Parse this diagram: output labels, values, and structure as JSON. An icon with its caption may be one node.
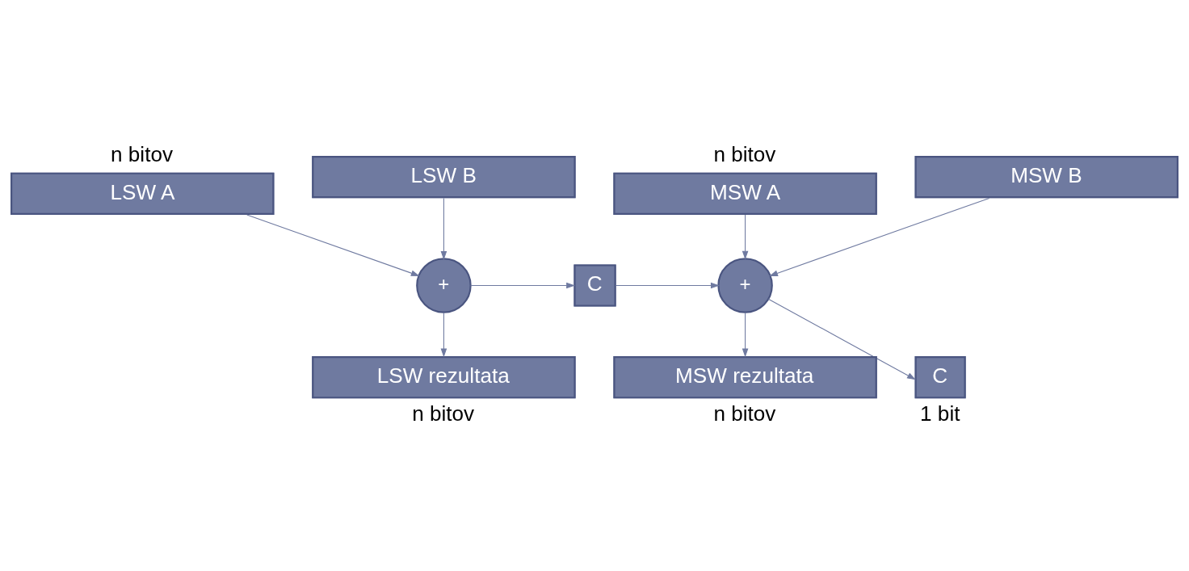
{
  "diagram": {
    "nodes": [
      {
        "text": [
          "MSW A"
        ],
        "beside": [
          "n bitov"
        ]
      },
      {
        "text": [
          "LSW A"
        ],
        "beside": [
          "n bitov"
        ]
      },
      {
        "text": [
          "MSW B"
        ]
      },
      {
        "text": [
          "LSW B"
        ]
      },
      {
        "text": [
          "+"
        ]
      },
      {
        "text": [
          "C"
        ]
      },
      {
        "text": [
          "+"
        ]
      },
      {
        "text": [
          "C"
        ],
        "beside": [
          "1 bit"
        ]
      },
      {
        "text": [
          "MSW rezultata"
        ],
        "beside": [
          "n bitov"
        ]
      },
      {
        "text": [
          "LSW rezultata"
        ],
        "beside": [
          "n bitov"
        ]
      }
    ],
    "edges": [
      {
        "from": 0,
        "to": 4,
        "arrow": "to"
      },
      {
        "from": 2,
        "to": 4,
        "arrow": "to"
      },
      {
        "from": 1,
        "to": 6,
        "arrow": "to"
      },
      {
        "from": 3,
        "to": 6,
        "arrow": "to"
      },
      {
        "from": 6,
        "to": 5,
        "arrow": "to"
      },
      {
        "from": 5,
        "to": 4,
        "arrow": "to"
      },
      {
        "from": 4,
        "to": 7,
        "arrow": "to"
      },
      {
        "from": 4,
        "to": 8,
        "arrow": "to"
      },
      {
        "from": 6,
        "to": 9,
        "arrow": "to"
      }
    ]
  }
}
